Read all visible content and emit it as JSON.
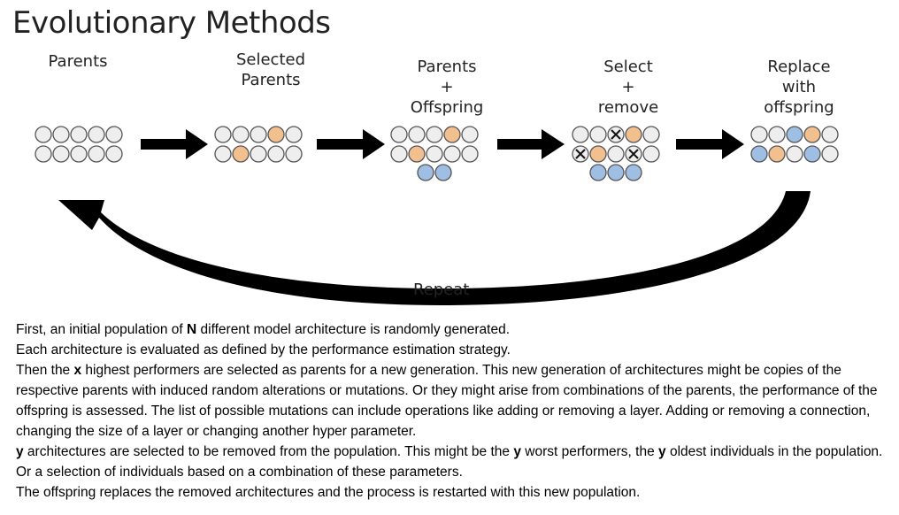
{
  "title": "Evolutionary Methods",
  "stages": [
    {
      "label_lines": [
        "Parents"
      ]
    },
    {
      "label_lines": [
        "Selected",
        "Parents"
      ]
    },
    {
      "label_lines": [
        "Parents",
        "+",
        "Offspring"
      ]
    },
    {
      "label_lines": [
        "Select",
        "+",
        "remove"
      ]
    },
    {
      "label_lines": [
        "Replace",
        "with",
        "offspring"
      ]
    }
  ],
  "repeat_label": "Repeat",
  "colors": {
    "empty": "#eeeeee",
    "parent": "#f2c08f",
    "offspring": "#9ebfe3",
    "outline": "#555555",
    "arrow": "#000000"
  },
  "description": [
    [
      "First, an initial population of ",
      {
        "b": "N"
      },
      " different model architecture is randomly generated."
    ],
    [
      "Each architecture is evaluated as defined by the performance estimation strategy."
    ],
    [
      "Then the ",
      {
        "b": "x"
      },
      " highest performers are selected as parents for a new generation. This new generation of architectures might be copies of the respective parents with induced random alterations or mutations. Or they might arise from combinations of the parents, the performance of the offspring is assessed. The list of possible mutations can include operations like adding or removing a layer. Adding or removing a connection, changing the size of a layer or changing another hyper parameter."
    ],
    [
      {
        "b": "y"
      },
      " architectures are selected to be removed from the population. This might be the ",
      {
        "b": "y"
      },
      " worst performers, the ",
      {
        "b": "y"
      },
      " oldest individuals in the population. Or a selection of individuals based on a combination of these parameters."
    ],
    [
      "The offspring replaces the removed architectures and the process is restarted with this new population."
    ]
  ]
}
